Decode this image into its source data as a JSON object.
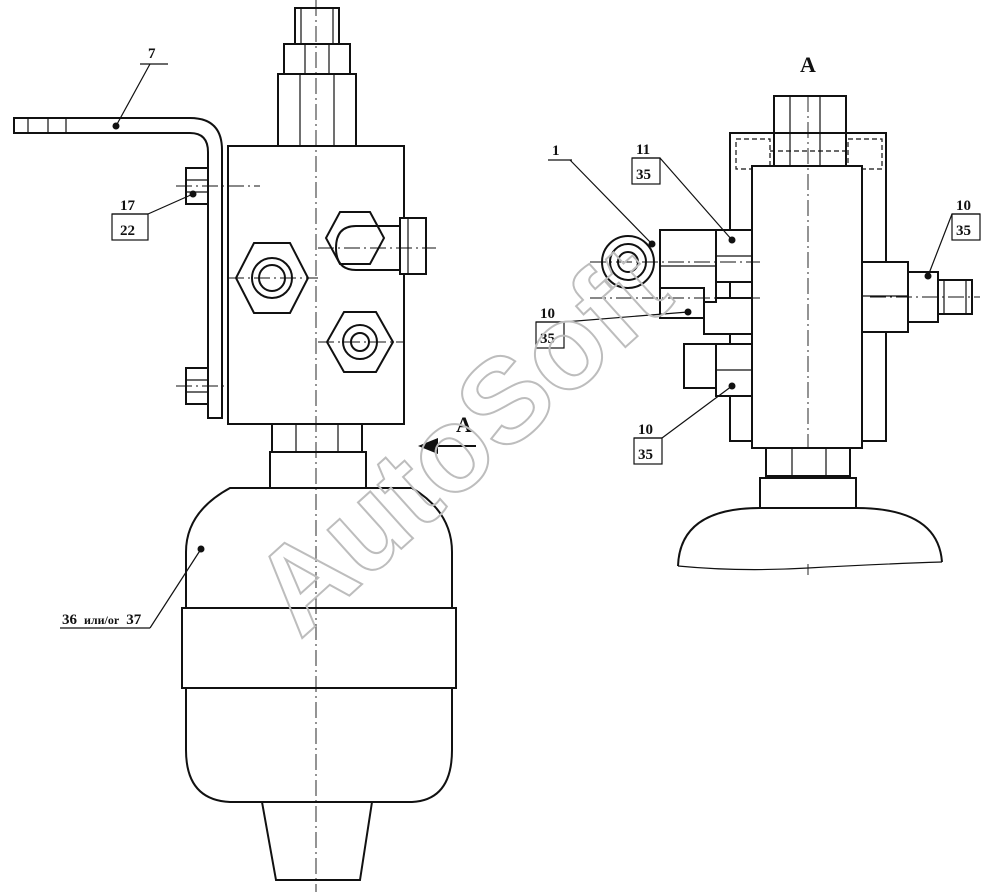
{
  "labels": {
    "l7": "7",
    "l17": "17",
    "l22": "22",
    "l36": "36",
    "l36_sep": "или/or",
    "l37": "37",
    "arrow_a": "A",
    "view_a": "A",
    "l1": "1",
    "l11": "11",
    "l35_top": "35",
    "l10_mid": "10",
    "l35_mid": "35",
    "l10_bot": "10",
    "l35_bot": "35",
    "l10_right": "10",
    "l35_right": "35"
  },
  "watermark": "AutoSoft"
}
